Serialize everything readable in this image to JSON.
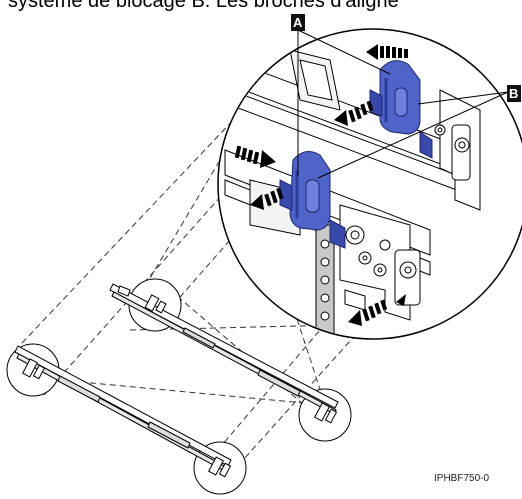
{
  "caption": "système de blocage B. Les broches d'aligne",
  "callouts": [
    {
      "letter": "A"
    },
    {
      "letter": "B"
    }
  ],
  "figure_id": "IPHBF750-0",
  "colors": {
    "latch_blue": "#4f63c9",
    "latch_blue_dark": "#2c3c9a",
    "rail_gray": "#c9c9c9",
    "line": "#000000"
  }
}
